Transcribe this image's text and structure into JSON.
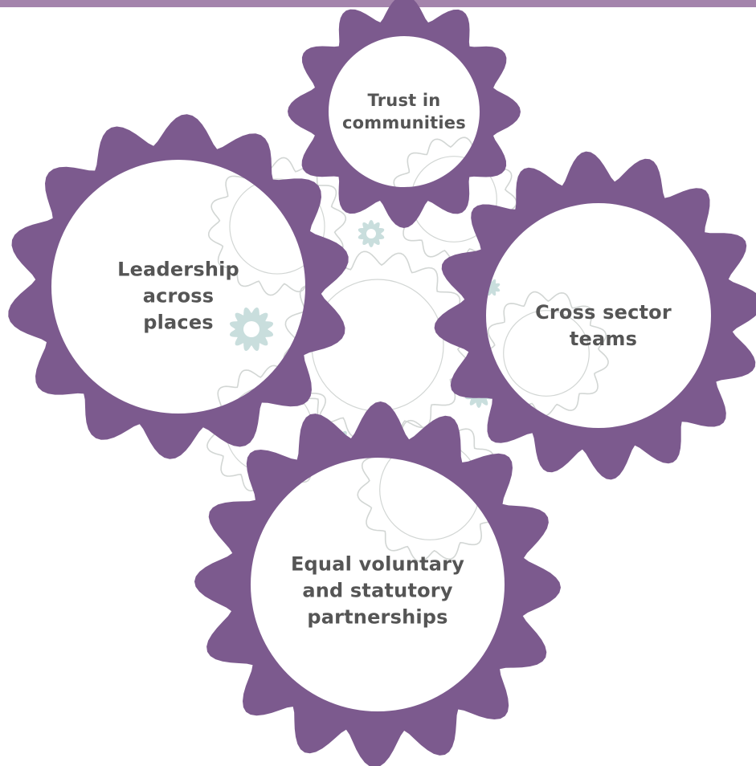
{
  "colors": {
    "gear_fill": "#7c5a8e",
    "background_gear_stroke": "#d2d6d4",
    "small_cog_fill": "#c9dedd",
    "label_text": "#555555",
    "top_bar": "#a484ac"
  },
  "gears": {
    "trust": {
      "label": "Trust in\ncommunities"
    },
    "leadership": {
      "label": "Leadership\nacross\nplaces"
    },
    "cross_sector": {
      "label": "Cross sector\nteams"
    },
    "equal": {
      "label": "Equal voluntary\nand statutory\npartnerships"
    }
  }
}
